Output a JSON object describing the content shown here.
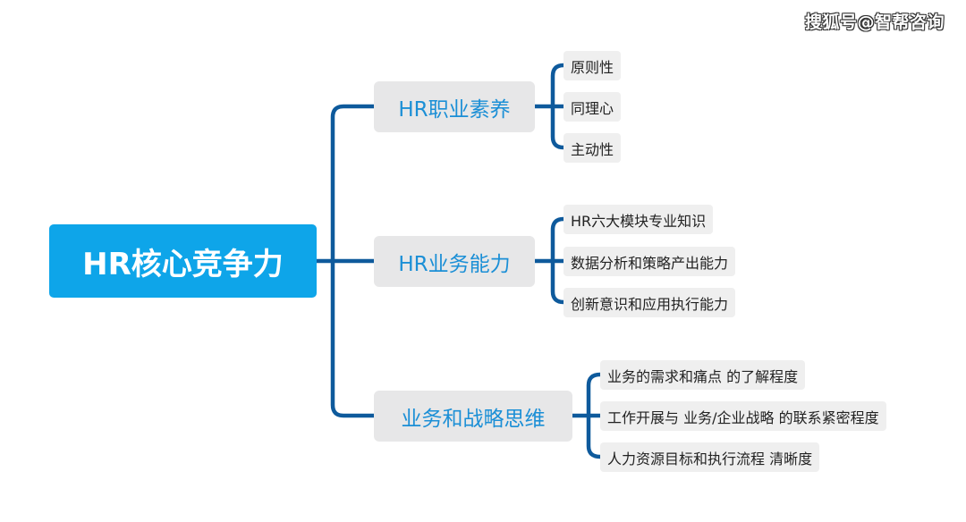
{
  "watermark": "搜狐号@智帮咨询",
  "root": {
    "label": "HR核心竞争力"
  },
  "branches": [
    {
      "label": "HR职业素养",
      "children": [
        "原则性",
        "同理心",
        "主动性"
      ]
    },
    {
      "label": "HR业务能力",
      "children": [
        "HR六大模块专业知识",
        "数据分析和策略产出能力",
        "创新意识和应用执行能力"
      ]
    },
    {
      "label": "业务和战略思维",
      "children": [
        "业务的需求和痛点 的了解程度",
        "工作开展与 业务/企业战略 的联系紧密程度",
        "人力资源目标和执行流程 清晰度"
      ]
    }
  ],
  "colors": {
    "root_fill": "#0ea5e9",
    "branch_text": "#1b8fd6",
    "connector": "#0e5a9c"
  }
}
